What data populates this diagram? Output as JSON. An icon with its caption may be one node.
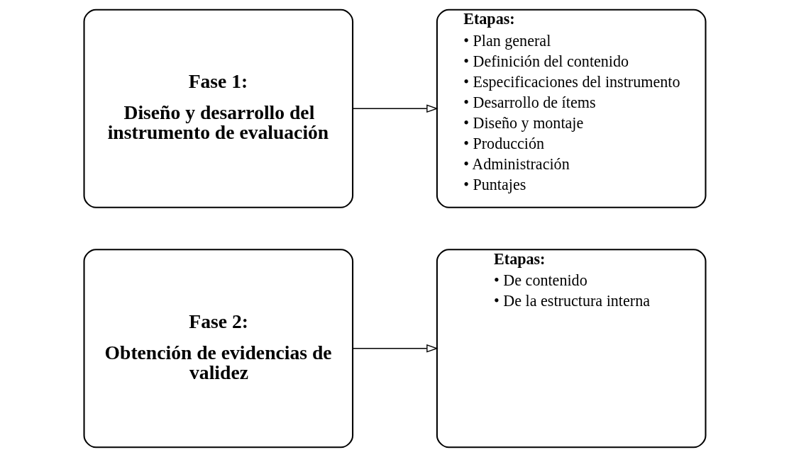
{
  "diagram": {
    "nodes": [
      {
        "text": [
          "Fase 1:",
          "Diseño y desarrollo del instrumento de evaluación"
        ]
      },
      {
        "text": [
          "Etapas:",
          "• Plan general",
          "• Definición del contenido",
          "• Especificaciones del instrumento",
          "• Desarrollo de ítems",
          "• Diseño y montaje",
          "• Producción",
          "• Administración",
          "• Puntajes"
        ]
      },
      {
        "text": [
          "Fase 2:",
          "Obtención de evidencias de validez"
        ]
      },
      {
        "text": [
          "Etapas:",
          "• De contenido",
          "• De la estructura interna"
        ]
      }
    ],
    "edges": [
      {
        "from": 0,
        "to": 1,
        "arrow": "to"
      },
      {
        "from": 2,
        "to": 3,
        "arrow": "to"
      }
    ]
  }
}
